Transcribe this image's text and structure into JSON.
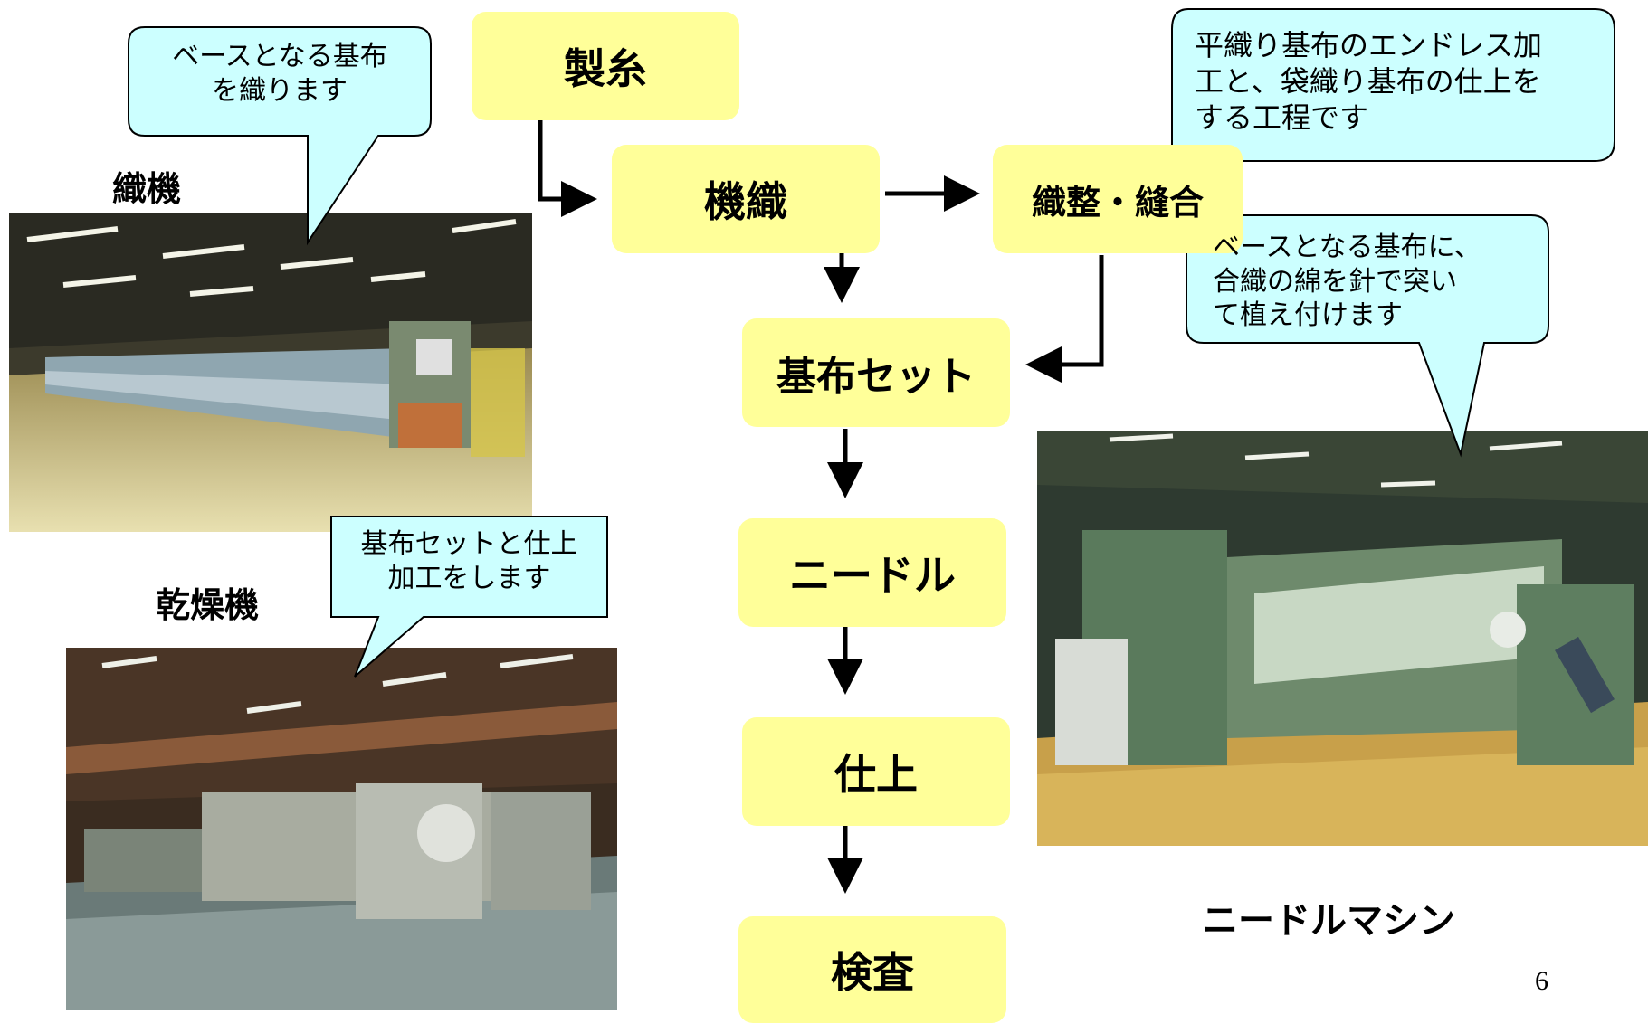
{
  "flow": {
    "step1": "製糸",
    "step2": "機織",
    "step3": "織整・縫合",
    "step4": "基布セット",
    "step5": "ニードル",
    "step6": "仕上",
    "step7": "検査"
  },
  "labels": {
    "loom": "織機",
    "dryer": "乾燥機",
    "needle_machine": "ニードルマシン"
  },
  "callouts": {
    "loom": [
      "ベースとなる基布",
      "を織ります"
    ],
    "dryer": [
      "基布セットと仕上",
      "加工をします"
    ],
    "finishing": [
      "平織り基布のエンドレス加",
      "工と、袋織り基布の仕上を",
      "する工程です"
    ],
    "needle": [
      "ベースとなる基布に、",
      "合織の綿を針で突い",
      "て植え付けます"
    ]
  },
  "page_number": "6",
  "colors": {
    "flow_box": "#ffff99",
    "callout_fill": "#ccffff",
    "arrow": "#000000"
  }
}
